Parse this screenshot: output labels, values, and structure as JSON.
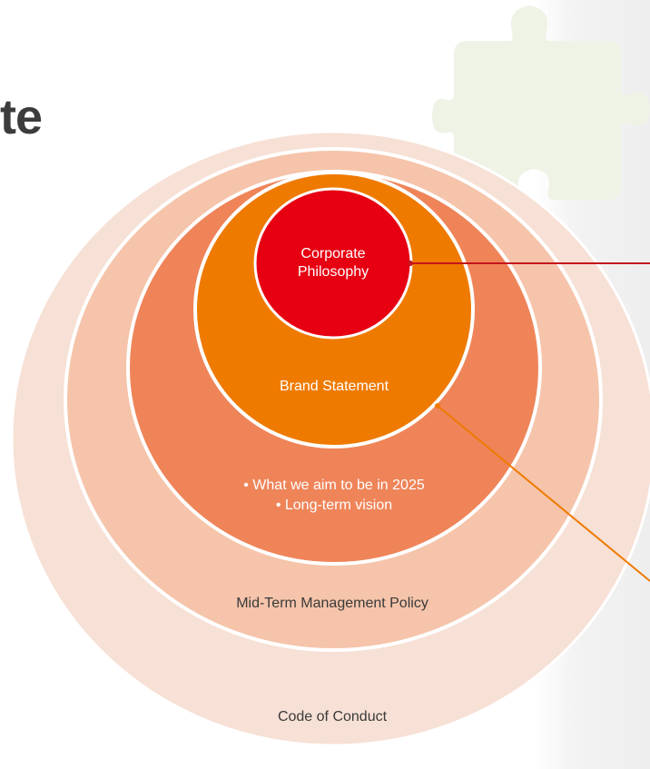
{
  "heading": {
    "text": "te"
  },
  "diagram": {
    "layers": [
      {
        "id": "code-of-conduct",
        "label": "Code of Conduct",
        "color": "#f7e0d5"
      },
      {
        "id": "mid-term",
        "label": "Mid-Term Management Policy",
        "color": "#f5c4aa"
      },
      {
        "id": "vision",
        "lines": [
          "• What we aim to be in 2025",
          "• Long-term vision"
        ],
        "color": "#ef8459"
      },
      {
        "id": "brand",
        "label": "Brand Statement",
        "color": "#ef7a00"
      },
      {
        "id": "philosophy",
        "lines": [
          "Corporate",
          "Philosophy"
        ],
        "color": "#e60012"
      }
    ],
    "connector_colors": {
      "philosophy": "#c4161c",
      "brand": "#ef7a00"
    }
  },
  "decor": {
    "puzzle_color": "#eef3e6"
  }
}
